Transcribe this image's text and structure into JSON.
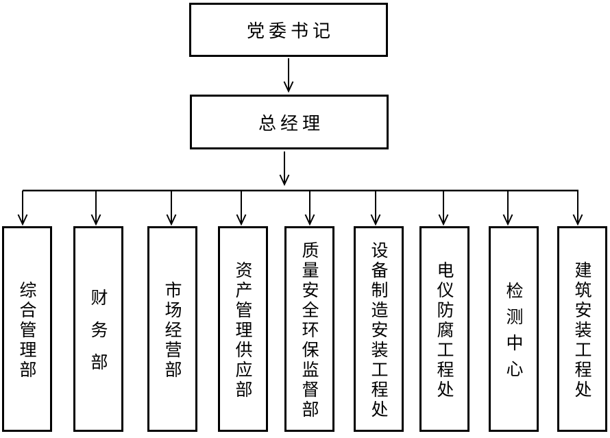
{
  "diagram": {
    "type": "org-chart",
    "nodes": {
      "level1": {
        "label": "党委书记"
      },
      "level2": {
        "label": "总经理"
      }
    },
    "departments": [
      {
        "label": "综合管理部"
      },
      {
        "label": "财务部"
      },
      {
        "label": "市场经营部"
      },
      {
        "label": "资产管理供应部"
      },
      {
        "label": "质量安全环保监督部"
      },
      {
        "label": "设备制造安装工程处"
      },
      {
        "label": "电仪防腐工程处"
      },
      {
        "label": "检测中心"
      },
      {
        "label": "建筑安装工程处"
      }
    ],
    "colors": {
      "line": "#000000",
      "box_border": "#000000",
      "text": "#000000",
      "background": "#ffffff"
    }
  }
}
